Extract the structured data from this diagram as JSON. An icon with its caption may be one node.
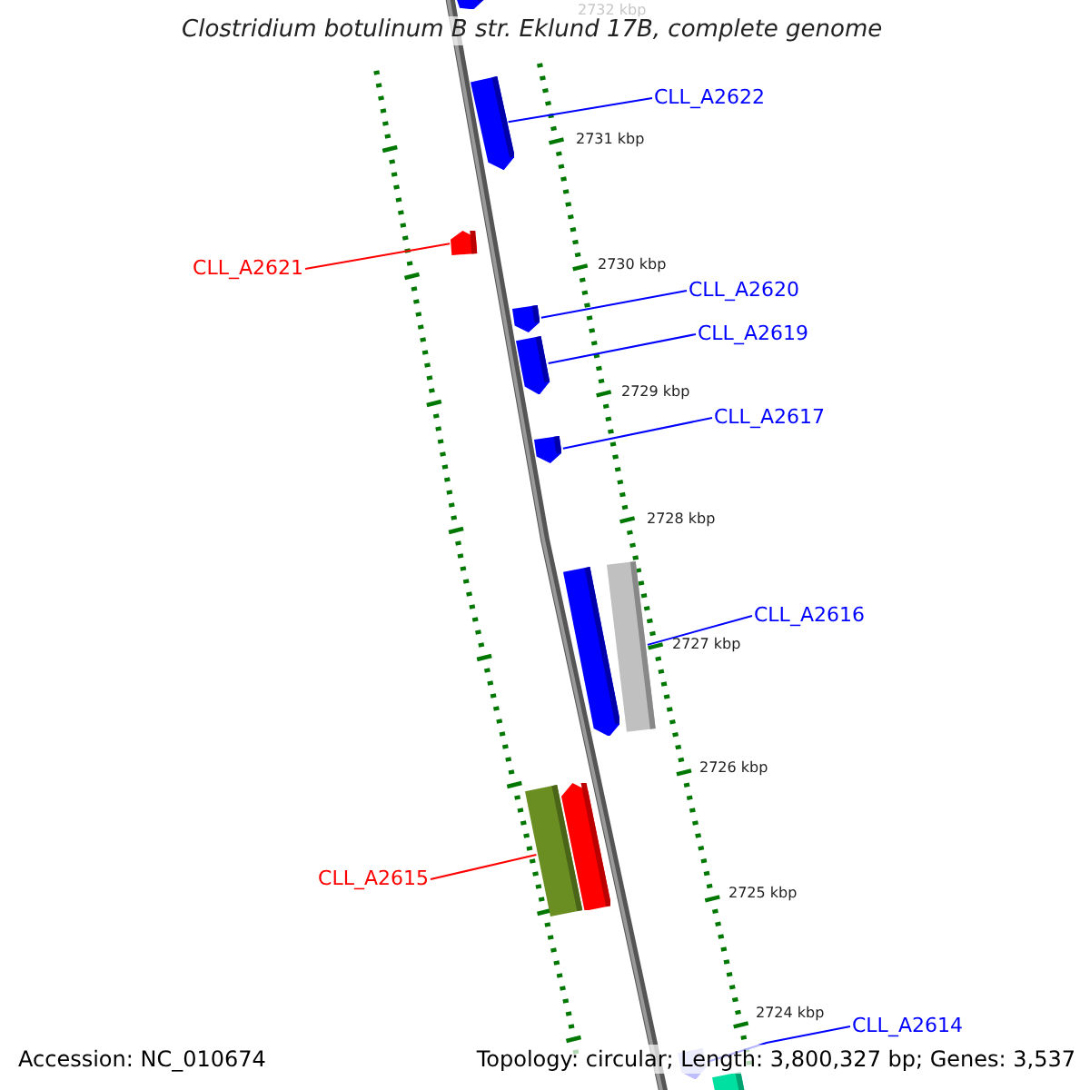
{
  "diagram": {
    "title": "Clostridium botulinum B str. Eklund 17B, complete genome",
    "nodes": [
      {
        "text": [
          "CLL_A2622"
        ]
      },
      {
        "text": [],
        "shape": "bar"
      },
      {
        "text": [
          "CLL_A2621"
        ]
      },
      {
        "text": [],
        "shape": "bar"
      },
      {
        "text": [
          "CLL_A2620"
        ]
      },
      {
        "text": [],
        "shape": "bar"
      },
      {
        "text": [
          "CLL_A2619"
        ]
      },
      {
        "text": [],
        "shape": "bar"
      },
      {
        "text": [
          "CLL_A2617"
        ]
      },
      {
        "text": [],
        "shape": "bar"
      },
      {
        "text": [
          "CLL_A2616"
        ]
      },
      {
        "text": [],
        "shape": "bar"
      },
      {
        "text": [
          "CLL_A2615"
        ]
      },
      {
        "text": [],
        "shape": "bar"
      },
      {
        "text": [
          "CLL_A2614"
        ]
      },
      {
        "text": [],
        "shape": "bar"
      },
      {
        "text": [],
        "shape": "bar"
      },
      {
        "text": [],
        "shape": "bar"
      },
      {
        "text": [],
        "shape": "bar"
      },
      {
        "text": [],
        "shape": "bar"
      }
    ],
    "edges": [
      {
        "from": 0,
        "to": 1,
        "arrow": "none"
      },
      {
        "from": 2,
        "to": 3,
        "arrow": "none",
        "color": "#ff0000"
      },
      {
        "from": 4,
        "to": 5,
        "arrow": "none"
      },
      {
        "from": 6,
        "to": 7,
        "arrow": "none"
      },
      {
        "from": 8,
        "to": 9,
        "arrow": "none"
      },
      {
        "from": 10,
        "to": 11,
        "arrow": "none"
      },
      {
        "from": 12,
        "to": 13,
        "arrow": "none",
        "color": "#ff0000"
      },
      {
        "from": 14,
        "to": 18,
        "arrow": "none"
      }
    ],
    "labels": [
      "2732 kbp",
      "2731 kbp",
      "2730 kbp",
      "2729 kbp",
      "2728 kbp",
      "2727 kbp",
      "2726 kbp",
      "2725 kbp",
      "2724 kbp",
      "Accession: NC_010674",
      "Topology: circular; Length: 3,800,327 bp; Genes: 3,537"
    ]
  }
}
